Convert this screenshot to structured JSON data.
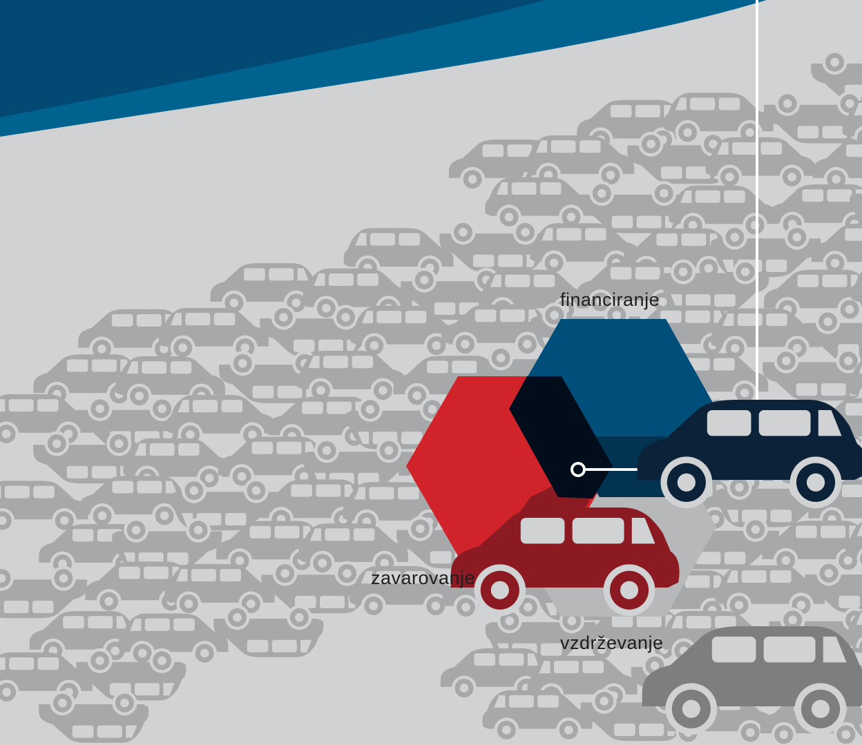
{
  "labels": {
    "financing": "financiranje",
    "insurance": "zavarovanje",
    "maintenance": "vzdrževanje"
  },
  "colors": {
    "background": "#d1d2d4",
    "car_pattern": "#a7a8aa",
    "banner_dark": "#024a73",
    "banner_light": "#00638f",
    "financing": "#004f7a",
    "insurance": "#d1232a",
    "maintenance": "#b7b8ba",
    "overlap_center": "#010d1b",
    "connector": "#ffffff"
  },
  "icons": {
    "financing": "car-icon",
    "insurance": "car-icon",
    "maintenance": "car-icon",
    "background": "car-pattern"
  }
}
